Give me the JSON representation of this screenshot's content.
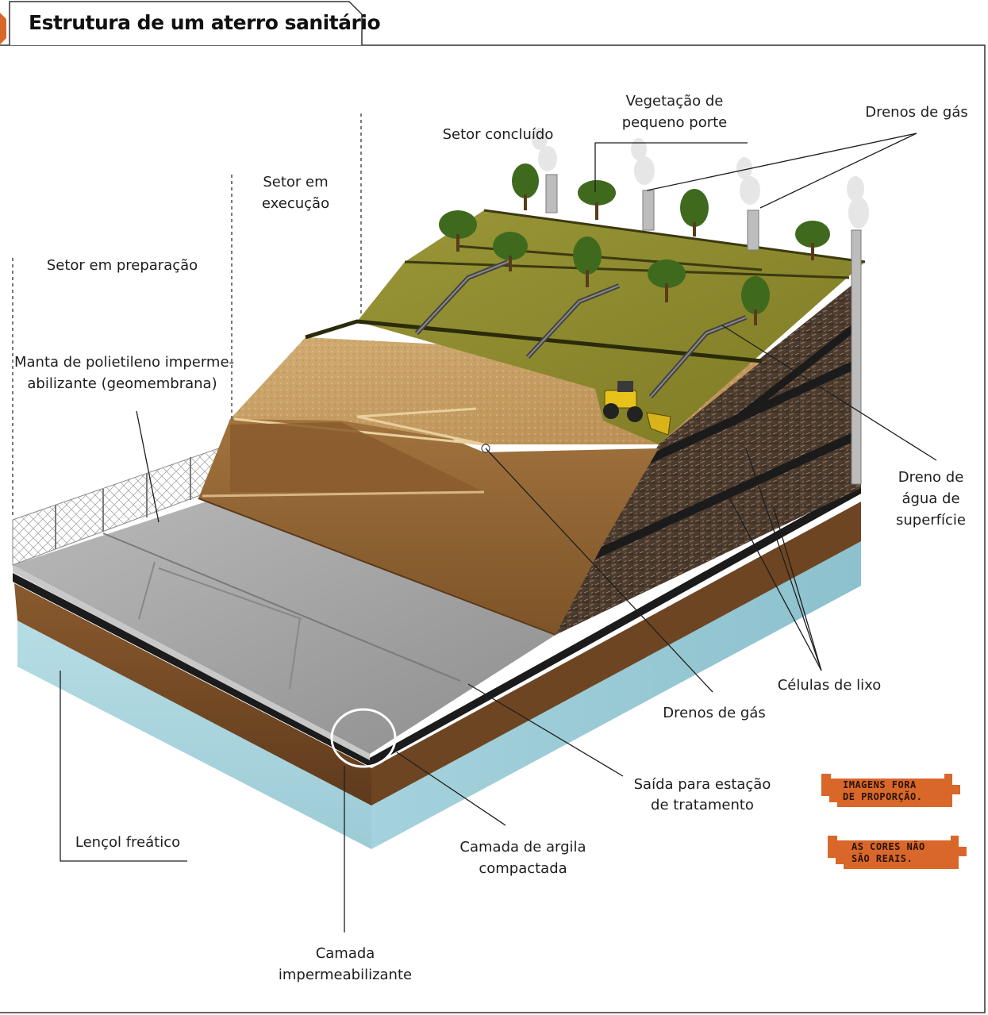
{
  "title": "Estrutura de um aterro sanitário",
  "labels": {
    "setor_concluido": "Setor concluído",
    "vegetacao_l1": "Vegetação de",
    "vegetacao_l2": "pequeno porte",
    "drenos_gas_top": "Drenos de gás",
    "setor_execucao_l1": "Setor em",
    "setor_execucao_l2": "execução",
    "setor_preparacao": "Setor em preparação",
    "manta_l1": "Manta de polietileno imperme-",
    "manta_l2": "abilizante (geomembrana)",
    "dreno_agua_l1": "Dreno de",
    "dreno_agua_l2": "água de",
    "dreno_agua_l3": "superfície",
    "celulas_lixo": "Células de lixo",
    "drenos_gas_mid": "Drenos de gás",
    "saida_l1": "Saída para estação",
    "saida_l2": "de tratamento",
    "lencol": "Lençol freático",
    "argila_l1": "Camada de argila",
    "argila_l2": "compactada",
    "imperm_l1": "Camada",
    "imperm_l2": "impermeabilizante"
  },
  "notes": {
    "badge1_l1": "IMAGENS FORA",
    "badge1_l2": "DE PROPORÇÃO.",
    "badge2_l1": "AS CORES NÃO",
    "badge2_l2": "SÃO REAIS."
  },
  "colors": {
    "accent": "#d9672a",
    "water": "#a9d3dc",
    "soil": "#7a4a24",
    "liner": "#1b1b1b",
    "concrete": "#a9a9a9",
    "sand": "#c9a269",
    "grass": "#8d8a2e",
    "waste": "#4a3a2c"
  }
}
